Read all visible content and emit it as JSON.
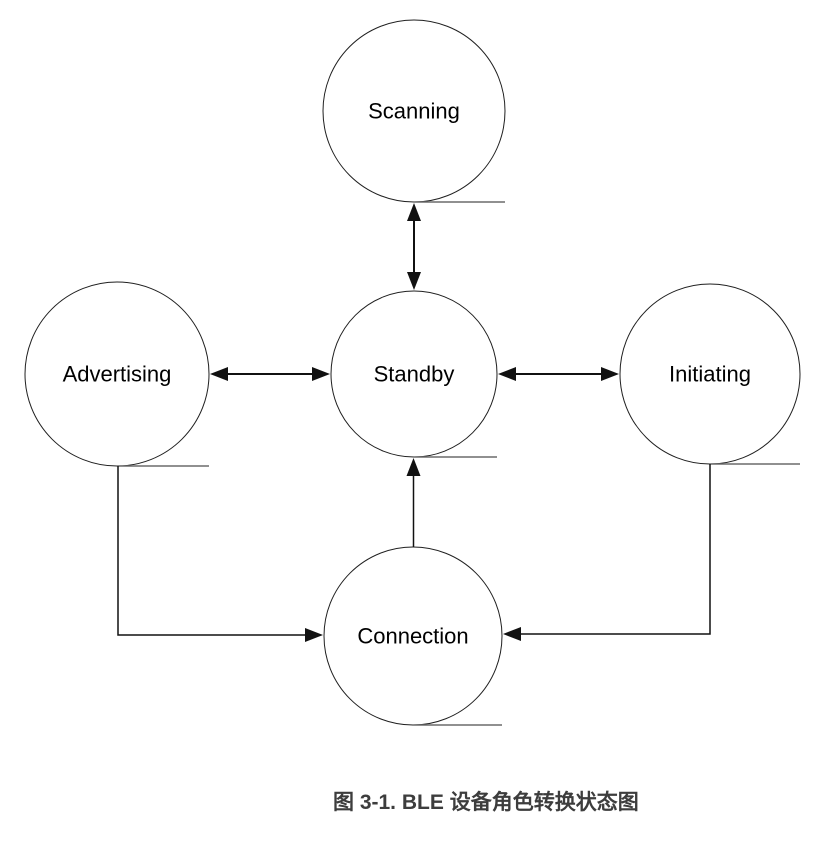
{
  "diagram": {
    "nodes": [
      {
        "id": "scanning",
        "label": "Scanning"
      },
      {
        "id": "advertising",
        "label": "Advertising"
      },
      {
        "id": "standby",
        "label": "Standby"
      },
      {
        "id": "initiating",
        "label": "Initiating"
      },
      {
        "id": "connection",
        "label": "Connection"
      }
    ],
    "edges": [
      {
        "from": "scanning",
        "to": "standby",
        "direction": "bidirectional"
      },
      {
        "from": "advertising",
        "to": "standby",
        "direction": "bidirectional"
      },
      {
        "from": "initiating",
        "to": "standby",
        "direction": "bidirectional"
      },
      {
        "from": "connection",
        "to": "standby",
        "direction": "one-way"
      },
      {
        "from": "advertising",
        "to": "connection",
        "direction": "one-way"
      },
      {
        "from": "initiating",
        "to": "connection",
        "direction": "one-way"
      }
    ]
  },
  "caption": {
    "text": "图 3-1. BLE 设备角色转换状态图"
  },
  "colors": {
    "background": "#ffffff",
    "node_stroke": "#1f1f1f",
    "arrow": "#111111",
    "tangent_line": "#6b6b6b",
    "label_text": "#000000",
    "caption_text": "#3d3d3d"
  }
}
